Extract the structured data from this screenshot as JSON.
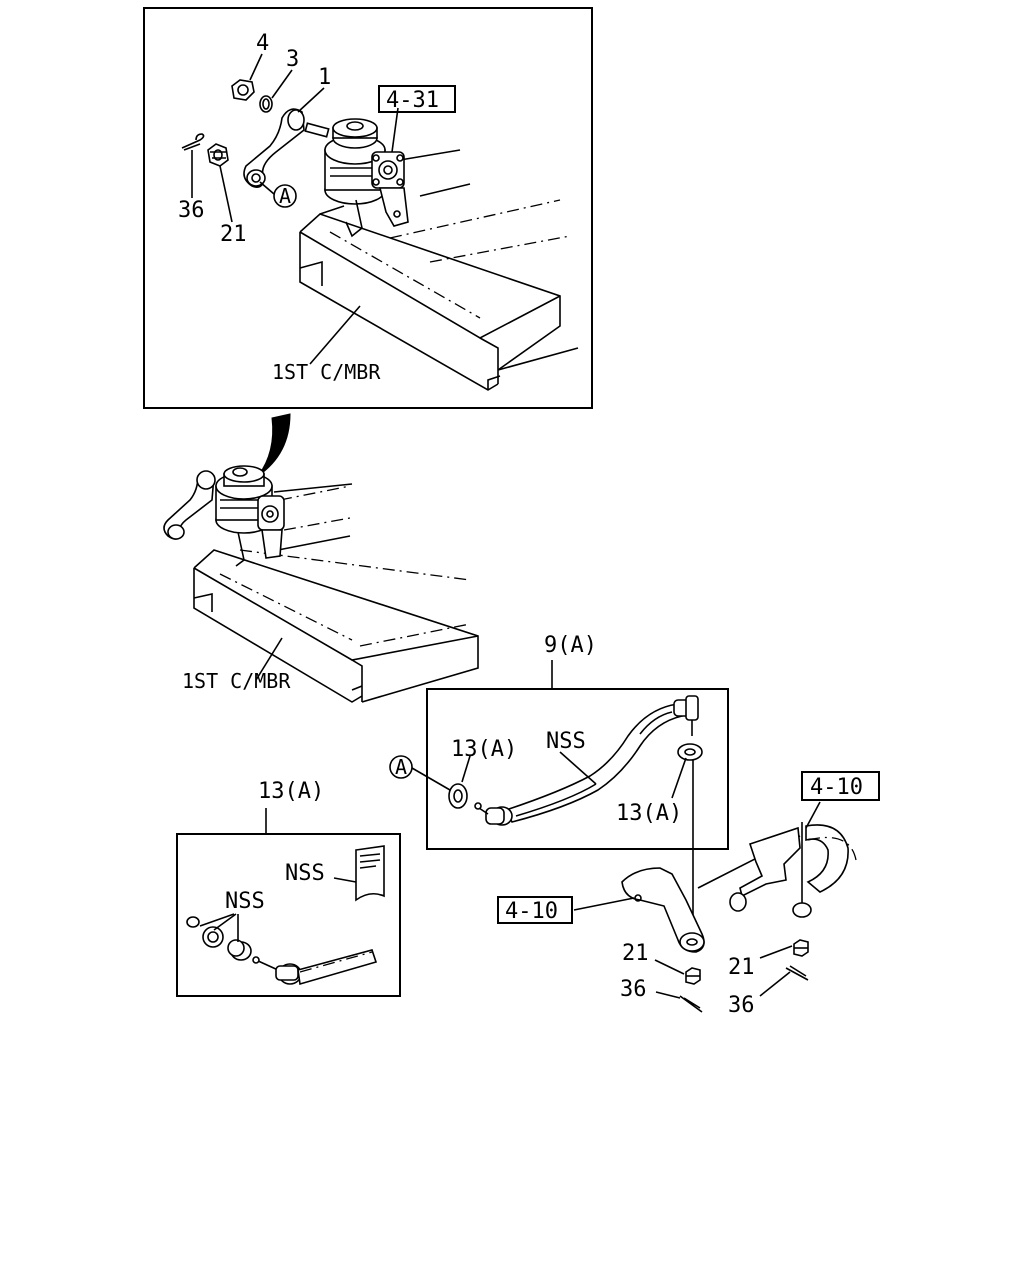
{
  "callouts": {
    "top": {
      "p4": "4",
      "p3": "3",
      "p1": "1",
      "ref": "4-31",
      "p36": "36",
      "p21": "21",
      "circleA": "A",
      "member": "1ST C/MBR"
    },
    "middle": {
      "member": "1ST C/MBR"
    },
    "drag_link": {
      "title": "9(A)",
      "circleA": "A",
      "boot_left": "13(A)",
      "nss": "NSS",
      "boot_right": "13(A)"
    },
    "kit": {
      "title": "13(A)",
      "nss_grease": "NSS",
      "nss_parts": "NSS"
    },
    "knuckle": {
      "ref_left": "4-10",
      "ref_right": "4-10",
      "nut_left": "21",
      "pin_left": "36",
      "nut_right": "21",
      "pin_right": "36"
    }
  }
}
